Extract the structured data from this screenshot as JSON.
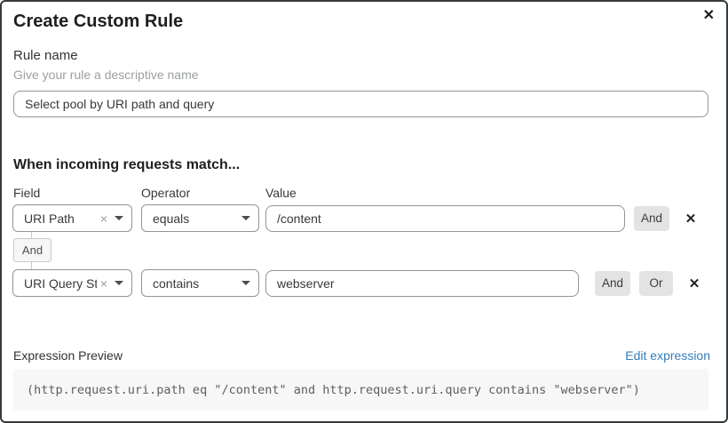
{
  "dialog": {
    "title": "Create Custom Rule"
  },
  "icons": {
    "close": "✕",
    "clear": "×",
    "remove": "✕"
  },
  "rule_name": {
    "label": "Rule name",
    "helper": "Give your rule a descriptive name",
    "value": "Select pool by URI path and query"
  },
  "match": {
    "heading": "When incoming requests match...",
    "columns": [
      "Field",
      "Operator",
      "Value"
    ],
    "connector": "And",
    "rows": [
      {
        "field": "URI Path",
        "operator": "equals",
        "value": "/content",
        "and_label": "And"
      },
      {
        "field": "URI Query St...",
        "operator": "contains",
        "value": "webserver",
        "and_label": "And",
        "or_label": "Or"
      }
    ]
  },
  "expression": {
    "label": "Expression Preview",
    "edit_link": "Edit expression",
    "code": "(http.request.uri.path eq \"/content\" and http.request.uri.query contains \"webserver\")"
  },
  "colors": {
    "accent_link": "#367db9",
    "button_bg": "#e3e3e3",
    "code_bg": "#f7f7f7",
    "input_border": "#949494",
    "dialog_border": "#35393b"
  }
}
